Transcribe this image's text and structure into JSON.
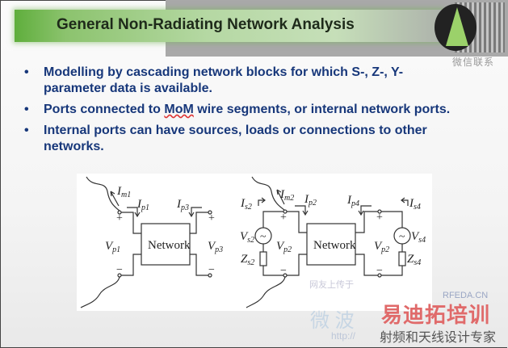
{
  "slide": {
    "title": "General Non-Radiating Network Analysis",
    "bullet_symbol": "•",
    "bullets": [
      {
        "text": "Modelling by cascading network  blocks for which S-, Z-, Y-parameter data is available."
      },
      {
        "before": "Ports connected to ",
        "underlined": "MoM",
        "after": " wire segments, or internal network ports."
      },
      {
        "text": "Internal ports can have sources, loads or connections to other networks."
      }
    ]
  },
  "diagram": {
    "network_label": "Network",
    "plus": "+",
    "minus": "−",
    "left": {
      "Im1": {
        "main": "I",
        "sub": "m1"
      },
      "Ip1": {
        "main": "I",
        "sub": "p1"
      },
      "Ip3": {
        "main": "I",
        "sub": "p3"
      },
      "Vp1": {
        "main": "V",
        "sub": "p1"
      },
      "Vp3": {
        "main": "V",
        "sub": "p3"
      }
    },
    "right": {
      "Im2": {
        "main": "I",
        "sub": "m2"
      },
      "Is2": {
        "main": "I",
        "sub": "s2"
      },
      "Ip2": {
        "main": "I",
        "sub": "p2"
      },
      "Ip4": {
        "main": "I",
        "sub": "p4"
      },
      "Is4": {
        "main": "I",
        "sub": "s4"
      },
      "Vs2": {
        "main": "V",
        "sub": "s2"
      },
      "Vs4": {
        "main": "V",
        "sub": "s4"
      },
      "Vp2a": {
        "main": "V",
        "sub": "p2"
      },
      "Vp2b": {
        "main": "V",
        "sub": "p2"
      },
      "Zs2": {
        "main": "Z",
        "sub": "s2"
      },
      "Zs4": {
        "main": "Z",
        "sub": "s4"
      },
      "source_symbol": "~"
    }
  },
  "watermarks": {
    "wechat": "微信联系",
    "site": "RFEDA.CN",
    "brand": "易迪拓培训",
    "slogan": "射频和天线设计专家",
    "faint1": "网友上传于",
    "faint2": "微 波",
    "url": "http://"
  }
}
